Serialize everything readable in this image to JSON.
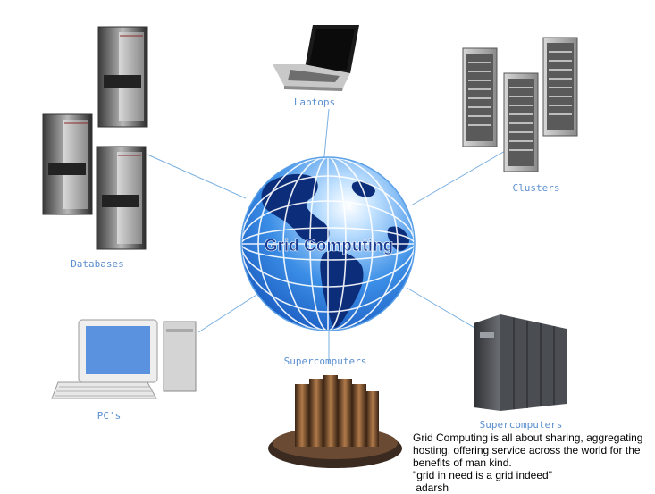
{
  "diagram": {
    "center_label": "Grid Computing",
    "nodes": {
      "laptops": "Laptops",
      "clusters": "Clusters",
      "databases": "Databases",
      "pcs": "PC's",
      "supercomputers_top": "Supercomputers",
      "supercomputers_right": "Supercomputers"
    }
  },
  "description": {
    "line1": "Grid Computing is all about sharing, aggregating",
    "line2": "hosting, offering service across the world for the",
    "line3": "benefits of man kind.",
    "line4": "\"grid in need is a grid indeed\"",
    "line5": " adarsh"
  },
  "colors": {
    "connector": "#7ab0e0",
    "label": "#5b8fd0",
    "globe_ocean": "#1f6fd0",
    "globe_land": "#0c2e7a"
  }
}
